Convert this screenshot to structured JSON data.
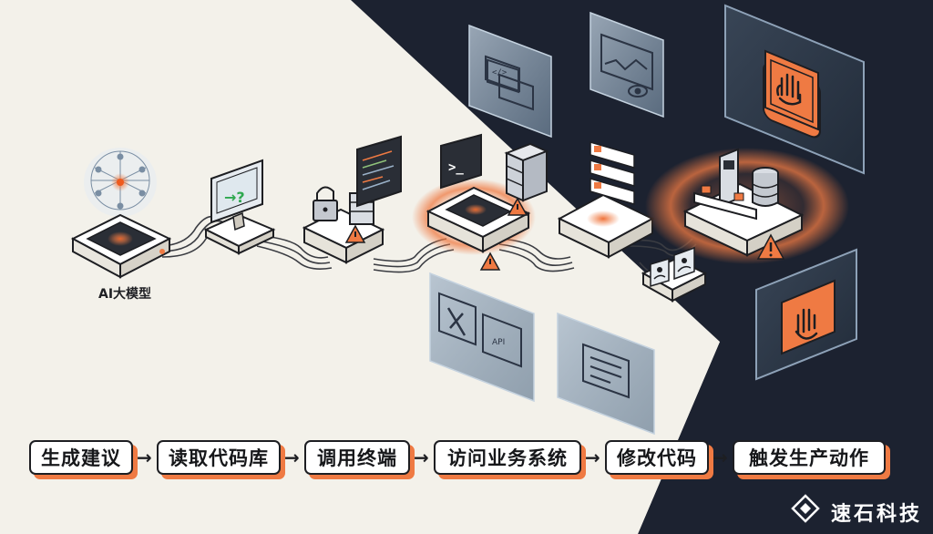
{
  "diagram": {
    "model_label": "AI大模型",
    "terminal_prompt": ">_",
    "monitor_glyph": "→?",
    "api_badge": "API"
  },
  "flow_steps": [
    {
      "label": "生成建议"
    },
    {
      "label": "读取代码库"
    },
    {
      "label": "调用终端"
    },
    {
      "label": "访问业务系统"
    },
    {
      "label": "修改代码"
    },
    {
      "label": "触发生产动作"
    }
  ],
  "arrow_glyph": "→",
  "watermark": {
    "text": "速石科技"
  },
  "colors": {
    "background_light": "#f3f1ea",
    "background_dark": "#1c2230",
    "accent_orange": "#ef7a43",
    "outline": "#1d1e22",
    "panel_blue": "#8ea2b8"
  },
  "icons": [
    "neural-network-icon",
    "monitor-icon",
    "padlock-icon",
    "server-icon",
    "code-window-icon",
    "terminal-icon",
    "checklist-icon",
    "warning-icon",
    "robot-machine-icon",
    "database-icon",
    "stop-hand-icon",
    "chart-eye-icon",
    "tools-icon",
    "users-icon",
    "shield-code-icon"
  ]
}
